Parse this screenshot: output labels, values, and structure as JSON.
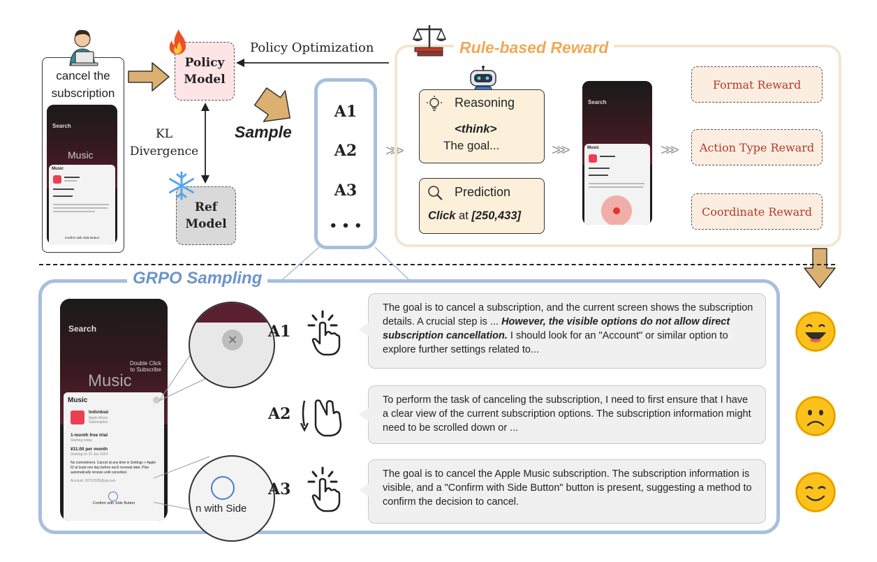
{
  "user": {
    "instruction": "cancel the subscription"
  },
  "phone": {
    "search": "Search",
    "banner": "Double Click\nto Subscribe",
    "music_brand": "Music",
    "plan": "Individual",
    "plan_sub": "Apple Music\nSubscription",
    "trial": "1-month free trial",
    "trial_sub": "Starting today",
    "price": "¥11.00 per month",
    "price_sub": "Starting on 22 Jan 2024",
    "notice": "No commitment. Cancel at any time in Settings > Apple ID at least one day before each renewal date. Plan automatically renews until cancelled.",
    "account": "Account: 92702328@qq.com",
    "confirm": "Confirm with Side Button",
    "apple_music": "Music"
  },
  "policy_model": {
    "line1": "Policy",
    "line2": "Model"
  },
  "ref_model": {
    "line1": "Ref",
    "line2": "Model"
  },
  "kl": {
    "line1": "KL",
    "line2": "Divergence"
  },
  "policy_optimization": "Policy Optimization",
  "sample": "Sample",
  "answers": [
    "A1",
    "A2",
    "A3",
    "• • •"
  ],
  "reward": {
    "title": "Rule-based Reward",
    "reasoning_label": "Reasoning",
    "think_tag": "<think>",
    "think_text": "The goal...",
    "prediction_label": "Prediction",
    "pred_action": "Click",
    "pred_at": "at",
    "pred_coord": "[250,433]",
    "items": [
      "Format Reward",
      "Action Type Reward",
      "Coordinate  Reward"
    ]
  },
  "grpo": {
    "title": "GRPO Sampling",
    "zoom_text": "n with Side",
    "samples": [
      {
        "label": "A1",
        "text_pre": "The goal is to cancel a subscription, and the current screen shows the subscription details.  A crucial step is ... ",
        "text_bold": "However, the visible options do not allow direct subscription cancellation.",
        "text_post": " I should look for an \"Account\" or similar option to explore further settings related to..."
      },
      {
        "label": "A2",
        "text_pre": "To perform the task of canceling the subscription, I need to first ensure that I have a clear view of the current subscription options. The subscription information might need to be scrolled down or ...",
        "text_bold": "",
        "text_post": ""
      },
      {
        "label": "A3",
        "text_pre": "The goal is to cancel the Apple Music subscription. The subscription information is visible, and a \"Confirm with Side Button\"  button is present, suggesting a method to confirm the decision to cancel.",
        "text_bold": "",
        "text_post": ""
      }
    ]
  },
  "colors": {
    "policy_fill": "#fde4e6",
    "ref_fill": "#d9d9d9",
    "blue_frame": "#a7bfde",
    "reward_frame": "#f3e6cf",
    "reward_title": "#f0a955",
    "reward_text": "#b23a2e"
  }
}
